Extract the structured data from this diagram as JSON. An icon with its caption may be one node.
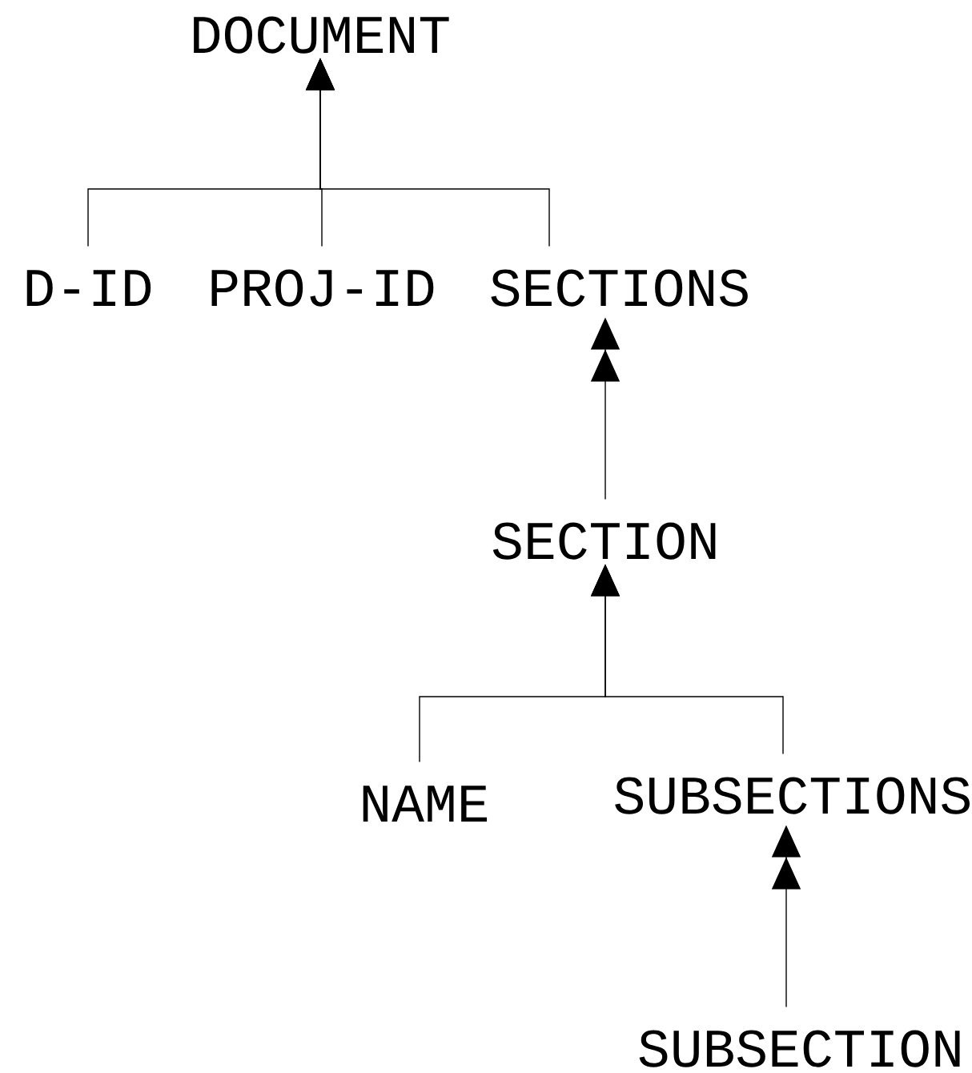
{
  "diagram": {
    "nodes": [
      {
        "text": [
          "DOCUMENT"
        ]
      },
      {
        "text": [
          "D-ID"
        ]
      },
      {
        "text": [
          "PROJ-ID"
        ]
      },
      {
        "text": [
          "SECTIONS"
        ]
      },
      {
        "text": [
          "SECTION"
        ]
      },
      {
        "text": [
          "NAME"
        ]
      },
      {
        "text": [
          "SUBSECTIONS"
        ]
      },
      {
        "text": [
          "SUBSECTION"
        ]
      }
    ],
    "edges": [
      {
        "from": 1,
        "to": 0,
        "arrow": "to"
      },
      {
        "from": 2,
        "to": 0,
        "arrow": "to"
      },
      {
        "from": 3,
        "to": 0,
        "arrow": "to"
      },
      {
        "from": 4,
        "to": 3,
        "arrow": "to"
      },
      {
        "from": 5,
        "to": 4,
        "arrow": "to"
      },
      {
        "from": 6,
        "to": 4,
        "arrow": "to"
      },
      {
        "from": 7,
        "to": 6,
        "arrow": "to"
      }
    ]
  }
}
